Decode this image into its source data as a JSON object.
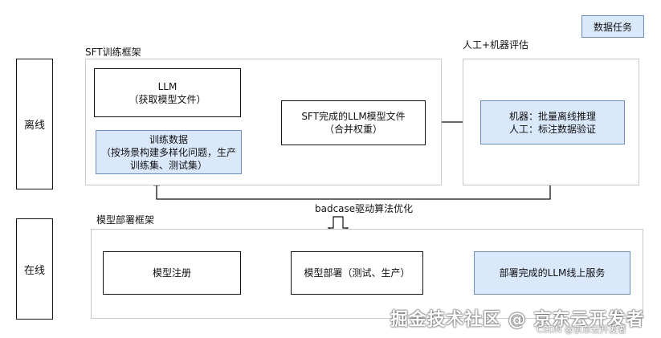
{
  "legend": {
    "data_task": "数据任务"
  },
  "lanes": {
    "offline": "离线",
    "online": "在线"
  },
  "groups": {
    "sft_framework": "SFT训练框架",
    "evaluation": "人工+机器评估",
    "deploy_framework": "模型部署框架"
  },
  "nodes": {
    "llm": {
      "line1": "LLM",
      "line2": "（获取模型文件）"
    },
    "training_data": {
      "line1": "训练数据",
      "line2": "（按场景构建多样化问题，生产",
      "line3": "训练集、测试集）"
    },
    "sft_model": {
      "line1": "SFT完成的LLM模型文件",
      "line2": "（合并权重）"
    },
    "eval": {
      "line1": "机器：批量离线推理",
      "line2": "人工：标注数据验证"
    },
    "register": "模型注册",
    "deploy": "模型部署（测试、生产）",
    "service": "部署完成的LLM线上服务"
  },
  "feedback_label": "badcase驱动算法优化",
  "watermark": {
    "main": "掘金技术社区 @ 京东云开发者",
    "small": "CSDN @京东云开发者"
  }
}
